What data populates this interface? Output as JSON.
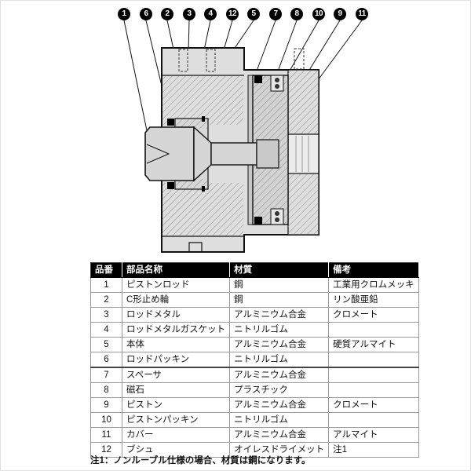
{
  "diagram": {
    "balloons": [
      "1",
      "6",
      "2",
      "3",
      "4",
      "12",
      "5",
      "7",
      "8",
      "10",
      "9",
      "11"
    ]
  },
  "table": {
    "headers": {
      "no": "品番",
      "name": "部品名称",
      "material": "材質",
      "remarks": "備考"
    },
    "rows": [
      {
        "no": "1",
        "name": "ピストンロッド",
        "material": "鋼",
        "remarks": "工業用クロムメッキ"
      },
      {
        "no": "2",
        "name": "C形止め輪",
        "material": "鋼",
        "remarks": "リン酸亜鉛"
      },
      {
        "no": "3",
        "name": "ロッドメタル",
        "material": "アルミニウム合金",
        "remarks": "クロメート"
      },
      {
        "no": "4",
        "name": "ロッドメタルガスケット",
        "material": "ニトリルゴム",
        "remarks": ""
      },
      {
        "no": "5",
        "name": "本体",
        "material": "アルミニウム合金",
        "remarks": "硬質アルマイト"
      },
      {
        "no": "6",
        "name": "ロッドパッキン",
        "material": "ニトリルゴム",
        "remarks": ""
      },
      {
        "no": "7",
        "name": "スペーサ",
        "material": "アルミニウム合金",
        "remarks": ""
      },
      {
        "no": "8",
        "name": "磁石",
        "material": "プラスチック",
        "remarks": ""
      },
      {
        "no": "9",
        "name": "ピストン",
        "material": "アルミニウム合金",
        "remarks": "クロメート"
      },
      {
        "no": "10",
        "name": "ピストンパッキン",
        "material": "ニトリルゴム",
        "remarks": ""
      },
      {
        "no": "11",
        "name": "カバー",
        "material": "アルミニウム合金",
        "remarks": "アルマイト"
      },
      {
        "no": "12",
        "name": "ブシュ",
        "material": "オイレスドライメット",
        "remarks": "注1"
      }
    ]
  },
  "footnote": "注1：ノンルーブル仕様の場合、材質は鋼になります。",
  "colors": {
    "balloon": "#000000",
    "table_header_bg": "#000000",
    "table_header_text": "#ffffff",
    "body_fill": "#dedede",
    "line": "#111111"
  }
}
